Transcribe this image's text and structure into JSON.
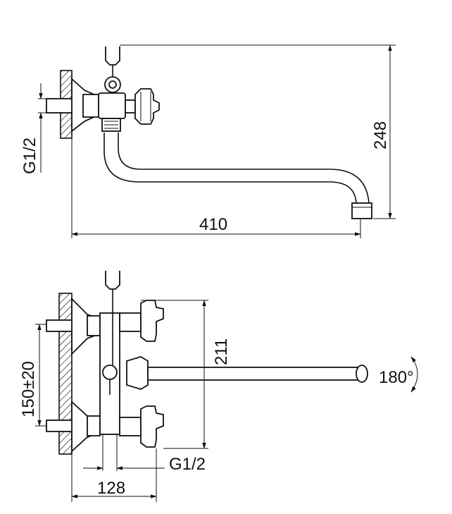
{
  "side_view": {
    "dimensions": {
      "thread": "G1/2",
      "height": "248",
      "length": "410"
    }
  },
  "front_view": {
    "dimensions": {
      "centers": "150±20",
      "height": "211",
      "thread": "G1/2",
      "depth": "128",
      "rotation": "180°"
    }
  }
}
